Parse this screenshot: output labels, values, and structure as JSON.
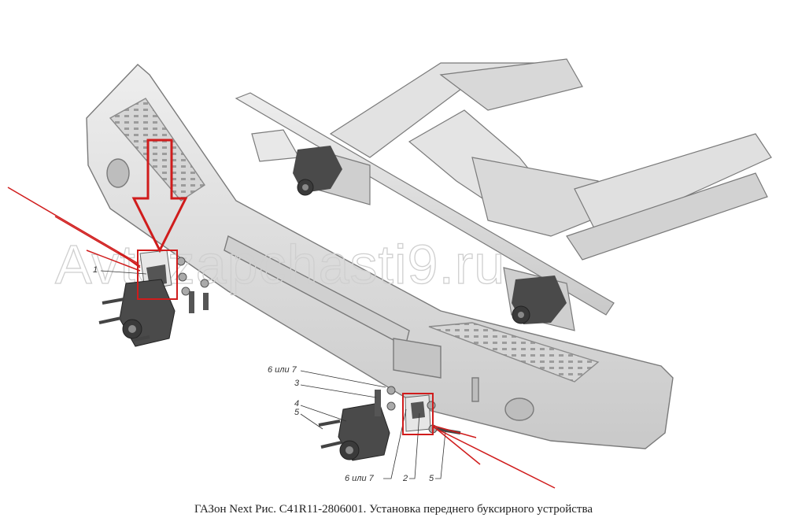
{
  "figure": {
    "caption": "ГАЗон Next Рис. C41R11-2806001. Установка переднего буксирного устройства",
    "watermark": "Avtozapchasti9.ru"
  },
  "callouts": {
    "left_1": "1",
    "right_6or7_top": "6 или 7",
    "right_3": "3",
    "right_4": "4",
    "right_5_left": "5",
    "bottom_6or7": "6 или 7",
    "bottom_2": "2",
    "bottom_5": "5"
  },
  "colors": {
    "part_fill": "#dcdcdc",
    "part_stroke": "#7a7a7a",
    "dark_part": "#4a4a4a",
    "highlight_red": "#d01c1c"
  }
}
